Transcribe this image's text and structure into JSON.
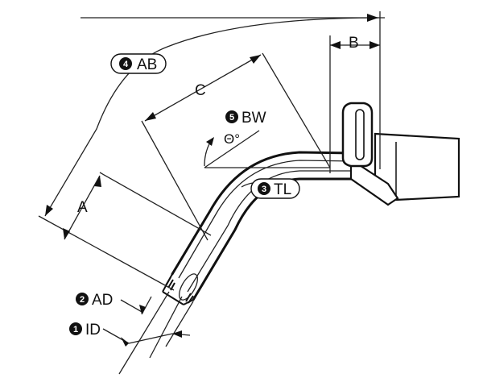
{
  "labels": {
    "id": "ID",
    "ad": "AD",
    "tl": "TL",
    "ab": "AB",
    "bw": "BW",
    "a": "A",
    "b": "B",
    "c": "C",
    "theta": "Θ°"
  },
  "markers": {
    "id": "1",
    "ad": "2",
    "tl": "3",
    "ab": "4",
    "bw": "5"
  }
}
